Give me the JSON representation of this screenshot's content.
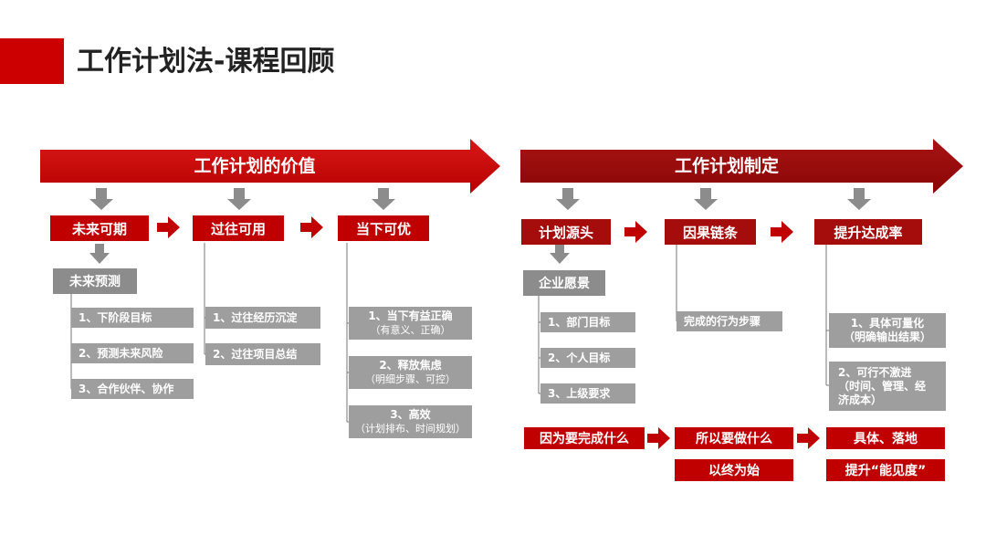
{
  "title": "工作计划法-课程回顾",
  "left": {
    "banner": "工作计划的价值",
    "cols": [
      {
        "head": "未来可期",
        "sub": "未来预测",
        "items": [
          {
            "t": "1、下阶段目标"
          },
          {
            "t": "2、预测未来风险"
          },
          {
            "t": "3、合作伙伴、协作"
          }
        ]
      },
      {
        "head": "过往可用",
        "items": [
          {
            "t": "1、过往经历沉淀"
          },
          {
            "t": "2、过往项目总结"
          }
        ]
      },
      {
        "head": "当下可优",
        "items": [
          {
            "t": "1、当下有益正确",
            "s": "（有意义、正确）"
          },
          {
            "t": "2、释放焦虑",
            "s": "（明细步骤、可控）"
          },
          {
            "t": "3、高效",
            "s": "（计划排布、时间规划）"
          }
        ]
      }
    ]
  },
  "right": {
    "banner": "工作计划制定",
    "cols": [
      {
        "head": "计划源头",
        "sub": "企业愿景",
        "items": [
          {
            "t": "1、部门目标"
          },
          {
            "t": "2、个人目标"
          },
          {
            "t": "3、上级要求"
          }
        ]
      },
      {
        "head": "因果链条",
        "items": [
          {
            "t": "完成的行为步骤"
          }
        ]
      },
      {
        "head": "提升达成率",
        "items": [
          {
            "t": "1、具体可量化",
            "s": "（明确输出结果）"
          },
          {
            "t": "2、可行不激进",
            "s": "（时间、管理、经",
            "s2": "济成本）"
          }
        ]
      }
    ],
    "flow": [
      "因为要完成什么",
      "所以要做什么",
      "具体、落地"
    ],
    "flow2": [
      "以终为始",
      "提升“能见度”"
    ]
  },
  "colors": {
    "red": "#c00000",
    "dark_red": "#a50d0d",
    "gray": "#9e9e9e",
    "arrow_gray": "#8c8c8c"
  }
}
